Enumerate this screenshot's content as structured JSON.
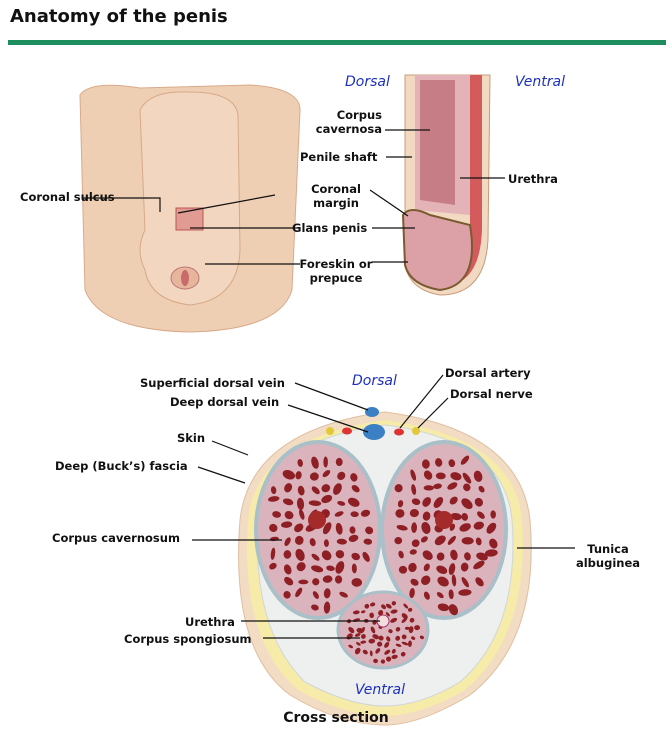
{
  "title": "Anatomy of the penis",
  "colors": {
    "accent_bar": "#1d8c5e",
    "direction_text": "#1c2fbf"
  },
  "external": {
    "coronal_sulcus": "Coronal sulcus"
  },
  "longitudinal": {
    "dorsal": "Dorsal",
    "ventral": "Ventral",
    "corpus_cavernosa": "Corpus cavernosa",
    "penile_shaft": "Penile shaft",
    "coronal_margin": "Coronal margin",
    "glans_penis": "Glans penis",
    "foreskin": "Foreskin or prepuce",
    "urethra": "Urethra"
  },
  "cross_section": {
    "dorsal": "Dorsal",
    "ventral": "Ventral",
    "superficial_dorsal_vein": "Superficial dorsal vein",
    "deep_dorsal_vein": "Deep dorsal vein",
    "dorsal_artery": "Dorsal artery",
    "dorsal_nerve": "Dorsal nerve",
    "skin": "Skin",
    "bucks_fascia": "Deep (Buck’s) fascia",
    "corpus_cavernosum": "Corpus cavernosum",
    "tunica_albuginea": "Tunica albuginea",
    "urethra": "Urethra",
    "corpus_spongiosum": "Corpus spongiosum",
    "caption": "Cross section"
  }
}
